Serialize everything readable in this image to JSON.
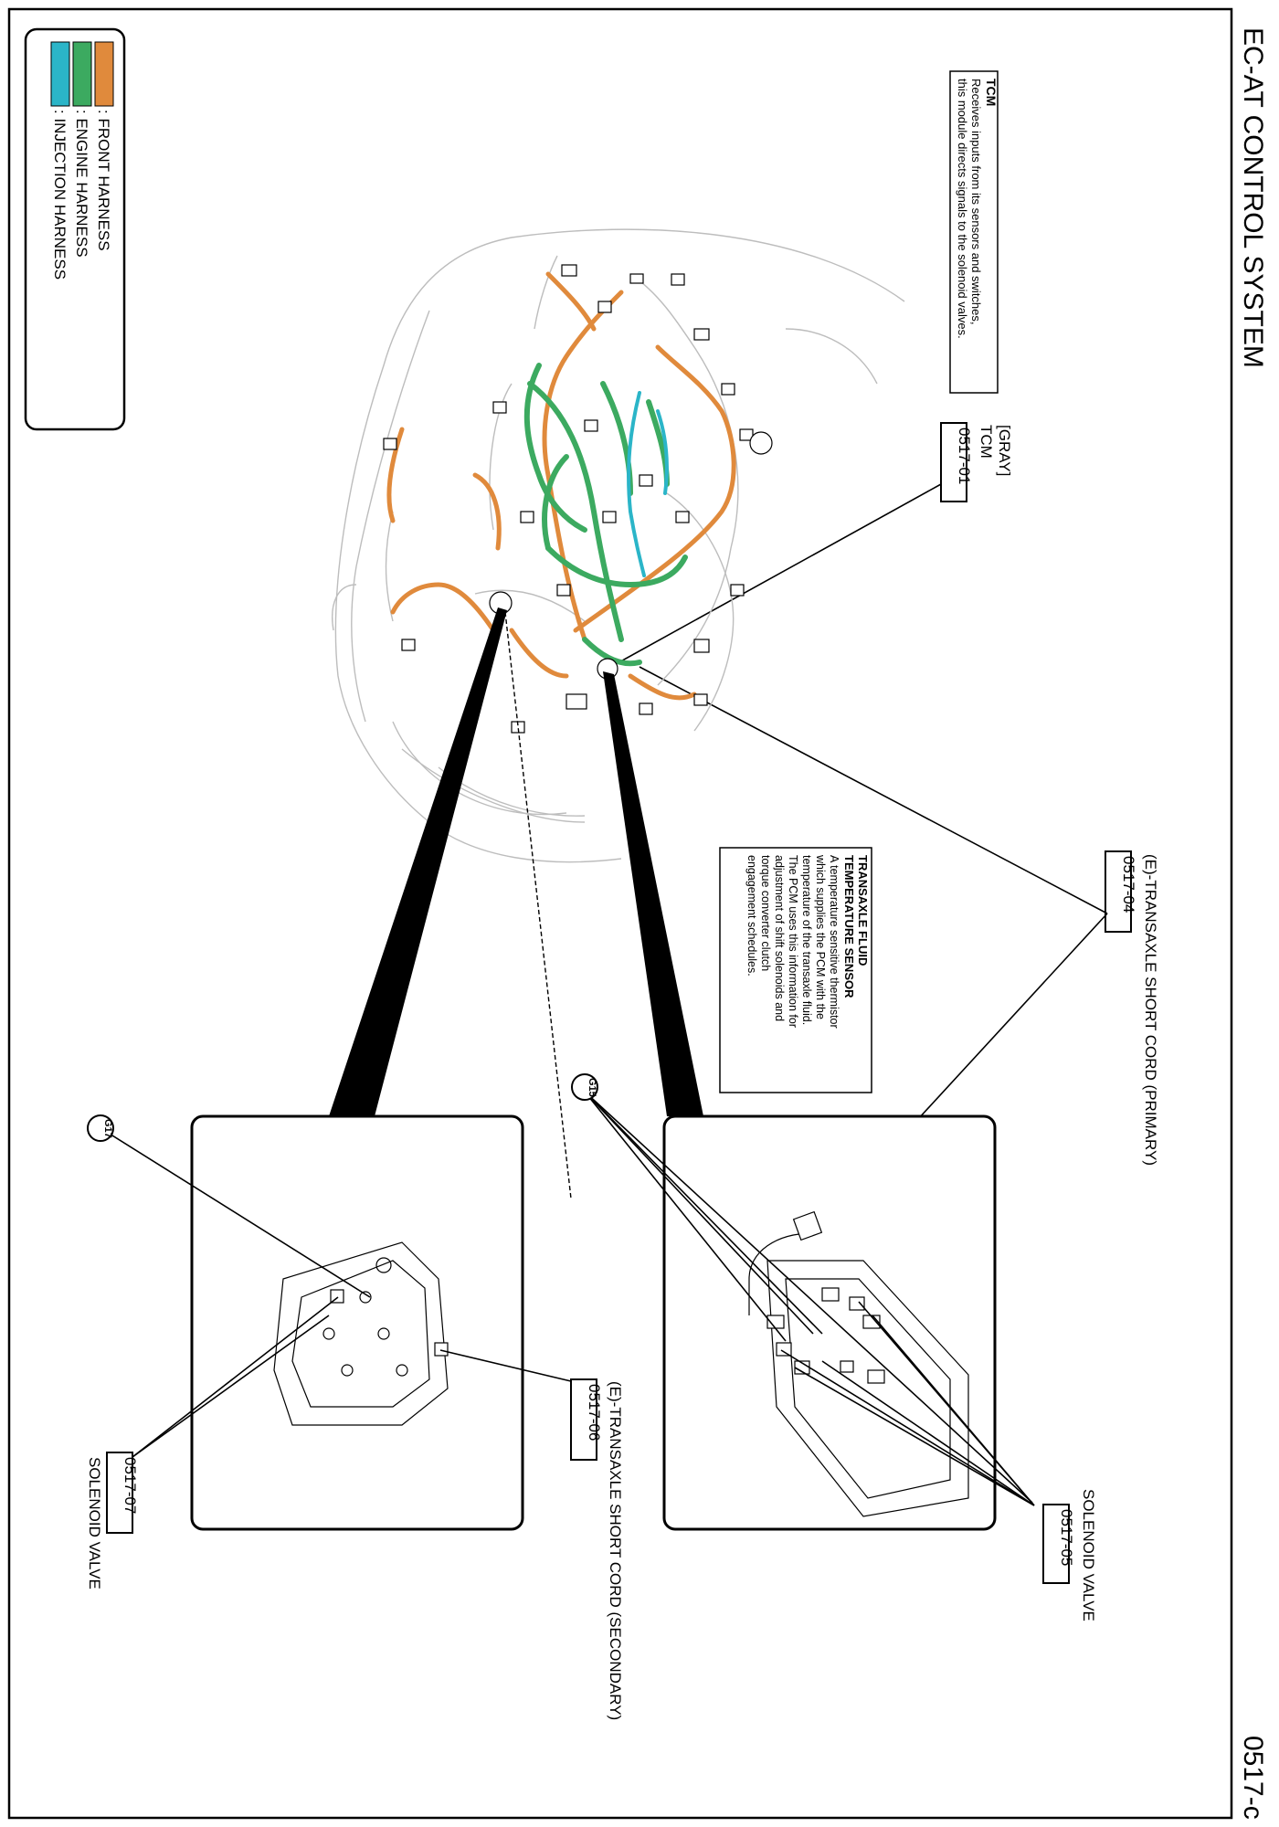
{
  "page": {
    "title": "EC-AT CONTROL SYSTEM",
    "page_number": "0517-c"
  },
  "legend": {
    "items": [
      {
        "label": ": FRONT HARNESS",
        "color": "#e08a3c"
      },
      {
        "label": ": ENGINE HARNESS",
        "color": "#3caa60"
      },
      {
        "label": ": INJECTION HARNESS",
        "color": "#2bb5c8"
      }
    ]
  },
  "tcm_note": {
    "title": "TCM",
    "lines": [
      "Receives inputs from its sensors and switches,",
      "this module directs signals to the solenoid valves."
    ]
  },
  "fluid_note": {
    "lines": [
      "TRANSAXLE FLUID",
      "TEMPERATURE SENSOR",
      "A temperature sensitive thermistor",
      "which supplies the PCM with the",
      "temperature of the transaxle fluid.",
      "The PCM uses this information for",
      "adjustment of shift solenoids and",
      "torque converter clutch",
      "engagement schedules."
    ]
  },
  "callouts": {
    "tcm": {
      "line1": "[GRAY]",
      "line2": "TCM",
      "code": "0517-01"
    },
    "short_cord_primary": {
      "label": "(E)-TRANSAXLE SHORT CORD (PRIMARY)",
      "code": "0517-04"
    },
    "solenoid_valve_05": {
      "label": "SOLENOID VALVE",
      "code": "0517-05"
    },
    "short_cord_secondary": {
      "label": "(E)-TRANSAXLE SHORT CORD (SECONDARY)",
      "code": "0517-06"
    },
    "solenoid_valve_07": {
      "label": "SOLENOID VALVE",
      "code": "0517-07"
    }
  },
  "ground_marks": {
    "g15": "G15",
    "g17": "G17"
  }
}
